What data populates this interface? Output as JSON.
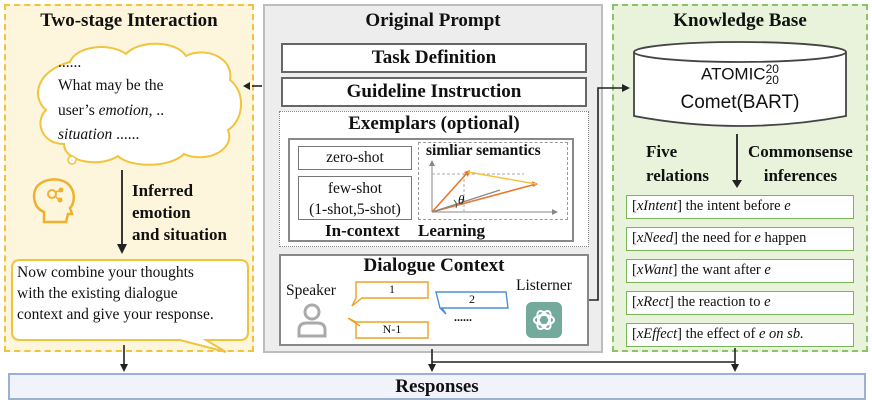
{
  "left_panel": {
    "title": "Two-stage Interaction",
    "thought": {
      "line1": "......",
      "line2": "What may be the",
      "line3_pre": "user’s ",
      "line3_em": "emotion",
      "line3_post": ", ..",
      "line4_em": "situation",
      "line4_post": " ......"
    },
    "inferred": [
      "Inferred",
      "emotion",
      "and situation"
    ],
    "combine": [
      "Now combine your thoughts",
      "with the existing dialogue",
      "context and give your response."
    ]
  },
  "middle_panel": {
    "title": "Original Prompt",
    "task_definition": "Task Definition",
    "guideline_instruction": "Guideline Instruction",
    "exemplars_title": "Exemplars (optional)",
    "zero_shot": "zero-shot",
    "few_shot_1": "few-shot",
    "few_shot_2": "(1-shot,5-shot)",
    "similar_semantics": "simliar semantics",
    "theta": "θ",
    "in_context": "In-context",
    "learning": "Learning",
    "dialogue_context": "Dialogue Context",
    "speaker": "Speaker",
    "listener": "Listerner",
    "bubble_1": "1",
    "bubble_2": "2",
    "bubble_n1": "N-1",
    "dots": "......"
  },
  "right_panel": {
    "title": "Knowledge Base",
    "atomic_base": "ATOMIC",
    "atomic_sup": "20",
    "atomic_sub": "20",
    "comet": "Comet(BART)",
    "five_relations": [
      "Five",
      "relations"
    ],
    "commonsense": [
      "Commonsense",
      "inferences"
    ],
    "relations": [
      {
        "tag": "xIntent",
        "text": " the intent before ",
        "var": "e",
        "tail": ""
      },
      {
        "tag": "xNeed",
        "text": " the need for ",
        "var": "e",
        "tail": " happen"
      },
      {
        "tag": "xWant",
        "text": " the want after ",
        "var": "e",
        "tail": ""
      },
      {
        "tag": "xRect",
        "text": " the reaction to ",
        "var": "e",
        "tail": ""
      },
      {
        "tag": "xEffect",
        "text": " the effect of ",
        "var": "e on sb.",
        "tail": ""
      }
    ]
  },
  "responses": "Responses",
  "colors": {
    "left_fill": "#fdf6dc",
    "left_border": "#f0c43c",
    "mid_fill": "#ededed",
    "right_fill": "#e9f3dc",
    "right_border": "#8cc26a",
    "chat_blue": "#4a8fd8",
    "chat_orange": "#f0a020",
    "gpt_green": "#74aa9c"
  }
}
